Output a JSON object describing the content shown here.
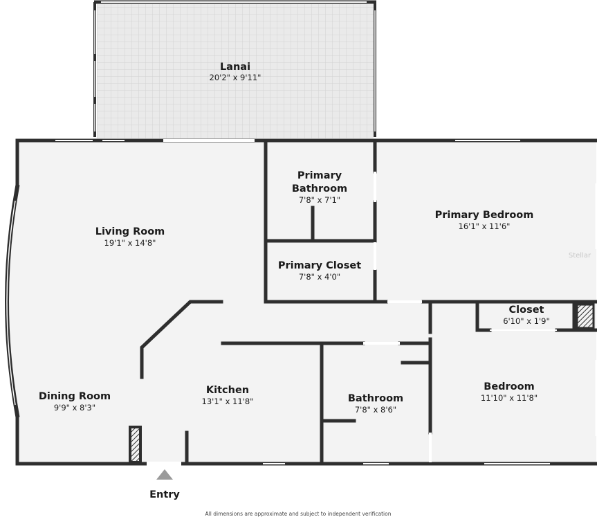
{
  "colors": {
    "wall": "#2e2e2e",
    "floor": "#f3f3f3",
    "lanai_floor": "#eaeaea",
    "lanai_grid": "#d2d2d2",
    "window": "#ffffff",
    "entry_marker": "#9a9a9a"
  },
  "rooms": {
    "lanai": {
      "name": "Lanai",
      "dims": "20'2\" x 9'11\""
    },
    "living_room": {
      "name": "Living Room",
      "dims": "19'1\" x 14'8\""
    },
    "primary_bathroom": {
      "name_line1": "Primary",
      "name_line2": "Bathroom",
      "dims": "7'8\" x 7'1\""
    },
    "primary_bedroom": {
      "name": "Primary Bedroom",
      "dims": "16'1\" x 11'6\""
    },
    "primary_closet": {
      "name": "Primary Closet",
      "dims": "7'8\" x 4'0\""
    },
    "closet": {
      "name": "Closet",
      "dims": "6'10\" x 1'9\""
    },
    "dining_room": {
      "name": "Dining Room",
      "dims": "9'9\" x 8'3\""
    },
    "kitchen": {
      "name": "Kitchen",
      "dims": "13'1\" x 11'8\""
    },
    "bathroom": {
      "name": "Bathroom",
      "dims": "7'8\" x 8'6\""
    },
    "bedroom": {
      "name": "Bedroom",
      "dims": "11'10\" x 11'8\""
    }
  },
  "entry": {
    "label": "Entry",
    "icon": "entry-arrow-icon"
  },
  "footer": {
    "disclaimer": "All dimensions are approximate and subject to independent verification"
  },
  "watermark": {
    "text": "Stellar"
  }
}
